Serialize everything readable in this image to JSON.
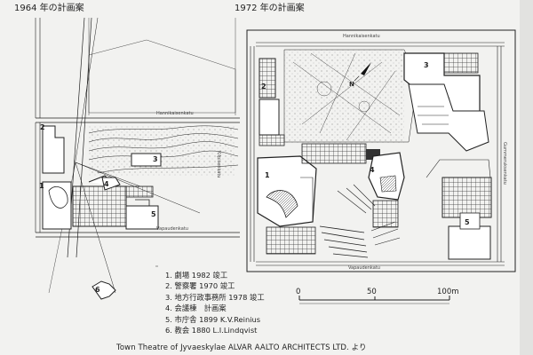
{
  "titles": {
    "plan_1964": "1964 年の計画案",
    "plan_1972": "1972 年の計画案"
  },
  "streets": {
    "left_hannikaisenkatu": "Hannikaisenkatu",
    "left_vapaudenkatu": "Vapaudenkatu",
    "right_hannikaisenkatu": "Hannikaisenkatu",
    "right_vapaudenkatu": "Vapaudenkatu",
    "right_kilpisenkatu": "Kilpisenkatu",
    "right_gummeruksenkatu": "Gummeruksenkatu"
  },
  "markers": {
    "left": [
      "1",
      "2",
      "3",
      "4",
      "5",
      "6"
    ],
    "right": [
      "1",
      "2",
      "3",
      "4",
      "5"
    ],
    "north": "N"
  },
  "legend": [
    "1. 劇場 1982 竣工",
    "2. 警察署 1970 竣工",
    "3. 地方行政事務所 1978 竣工",
    "4. 会議棟　計画案",
    "5. 市庁舎 1899 K.V.Reinius",
    "6. 教会 1880 L.I.Lindqvist"
  ],
  "scale": {
    "labels": [
      "0",
      "50",
      "100m"
    ]
  },
  "credit": "Town Theatre of Jyvaeskylae  ALVAR AALTO ARCHITECTS LTD. より"
}
